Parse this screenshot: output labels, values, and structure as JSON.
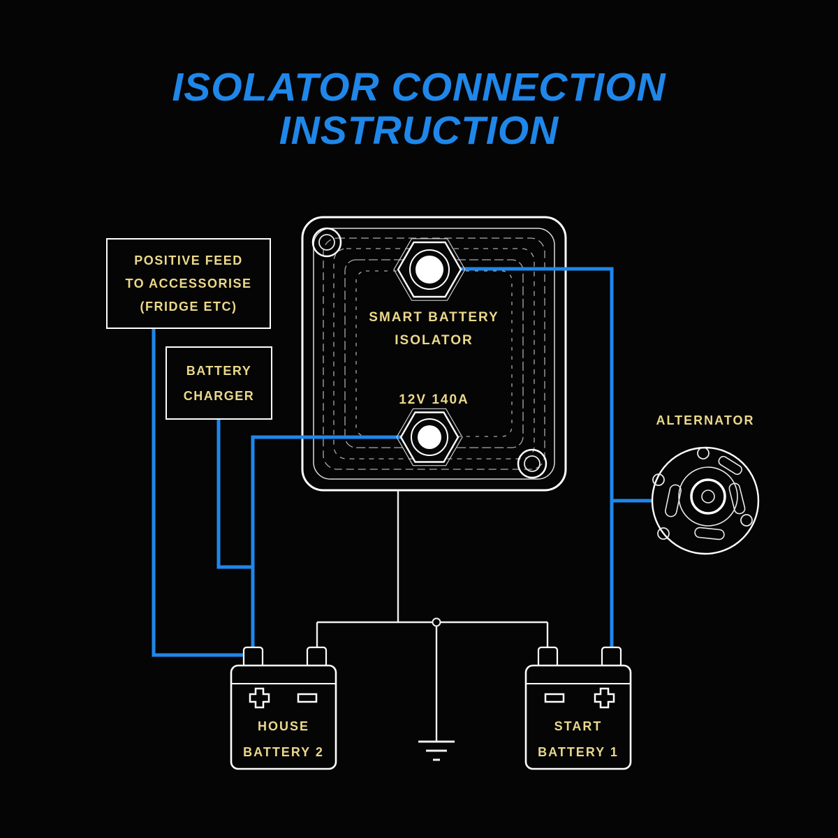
{
  "title": {
    "line1": "ISOLATOR CONNECTION",
    "line2": "INSTRUCTION"
  },
  "colors": {
    "accent_blue": "#1F87EA",
    "label_yellow": "#EBD88C",
    "wire_white": "#F0F0F0",
    "background": "#050505"
  },
  "boxes": {
    "positive_feed": {
      "line1": "POSITIVE FEED",
      "line2": "TO ACCESSORISE",
      "line3": "(FRIDGE ETC)"
    },
    "battery_charger": {
      "line1": "BATTERY",
      "line2": "CHARGER"
    }
  },
  "isolator": {
    "label_line1": "SMART BATTERY",
    "label_line2": "ISOLATOR",
    "rating": "12V 140A"
  },
  "alternator": {
    "label": "ALTERNATOR"
  },
  "batteries": {
    "house": {
      "line1": "HOUSE",
      "line2": "BATTERY 2"
    },
    "start": {
      "line1": "START",
      "line2": "BATTERY 1"
    }
  },
  "icons": {
    "plus_symbol": "positive-terminal",
    "minus_symbol": "negative-terminal",
    "ground_symbol": "chassis-ground"
  }
}
